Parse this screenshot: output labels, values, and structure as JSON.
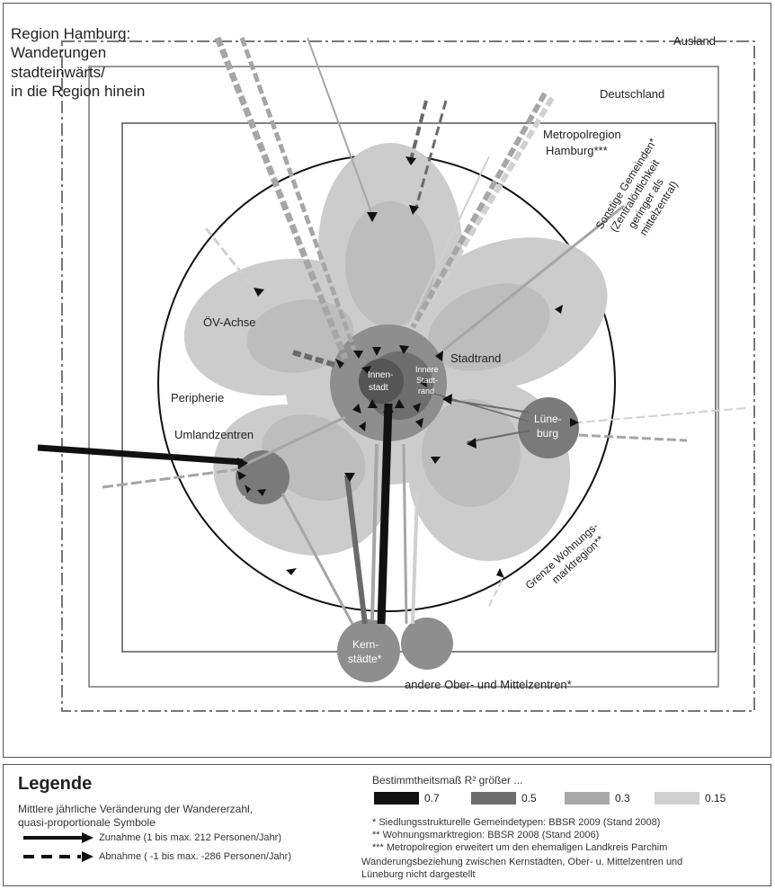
{
  "title": {
    "line1": "Region Hamburg:",
    "line2": "Wanderungen",
    "line3": "stadteinwärts/",
    "line4": "in die Region hinein"
  },
  "regions": {
    "ausland": "Ausland",
    "deutschland": "Deutschland",
    "metropol_line1": "Metropolregion",
    "metropol_line2": "Hamburg***",
    "sonstige_line1": "Sonstige Gemeinden*",
    "sonstige_line2": "(Zentralörtlichkeit",
    "sonstige_line3": "geringer als",
    "sonstige_line4": "mittelzentral)",
    "grenze_line1": "Grenze Wohnungs-",
    "grenze_line2": "marktregion**"
  },
  "places": {
    "oev_achse": "ÖV-Achse",
    "peripherie": "Peripherie",
    "umlandzentren": "Umlandzentren",
    "stadtrand": "Stadtrand",
    "innenstadt_line1": "Innen-",
    "innenstadt_line2": "stadt",
    "innerer_line1": "Innere",
    "innerer_line2": "Stadt-",
    "innerer_line3": "rand",
    "lueneburg_line1": "Lüne-",
    "lueneburg_line2": "burg",
    "kernstaedte_line1": "Kern-",
    "kernstaedte_line2": "städte*",
    "andere": "andere Ober- und Mittelzentren*"
  },
  "legend": {
    "title": "Legende",
    "subtitle_line1": "Mittlere jährliche Veränderung der Wandererzahl,",
    "subtitle_line2": "quasi-proportionale Symbole",
    "increase": "Zunahme (1 bis max. 212 Personen/Jahr)",
    "decrease": "Abnahme ( -1 bis max. -286 Personen/Jahr)",
    "r2_title": "Bestimmtheitsmaß R² größer ...",
    "r2_values": [
      "0.7",
      "0.5",
      "0.3",
      "0.15"
    ],
    "note1": "*    Siedlungsstrukturelle Gemeindetypen: BBSR 2009 (Stand 2008)",
    "note2": "**   Wohnungsmarktregion: BBSR 2008  (Stand 2006)",
    "note3": "***  Metropolregion erweitert um den ehemaligen Landkreis Parchim",
    "note4_line1": "Wanderungsbeziehung zwischen Kernstädten, Ober- u. Mittelzentren und",
    "note4_line2": "Lüneburg nicht dargestellt"
  },
  "colors": {
    "r2_07": "#111111",
    "r2_05": "#6e6e6e",
    "r2_03": "#a8a8a8",
    "r2_015": "#cfcfcf",
    "petal": "#cbcbcb",
    "core": "#8a8a8a"
  }
}
